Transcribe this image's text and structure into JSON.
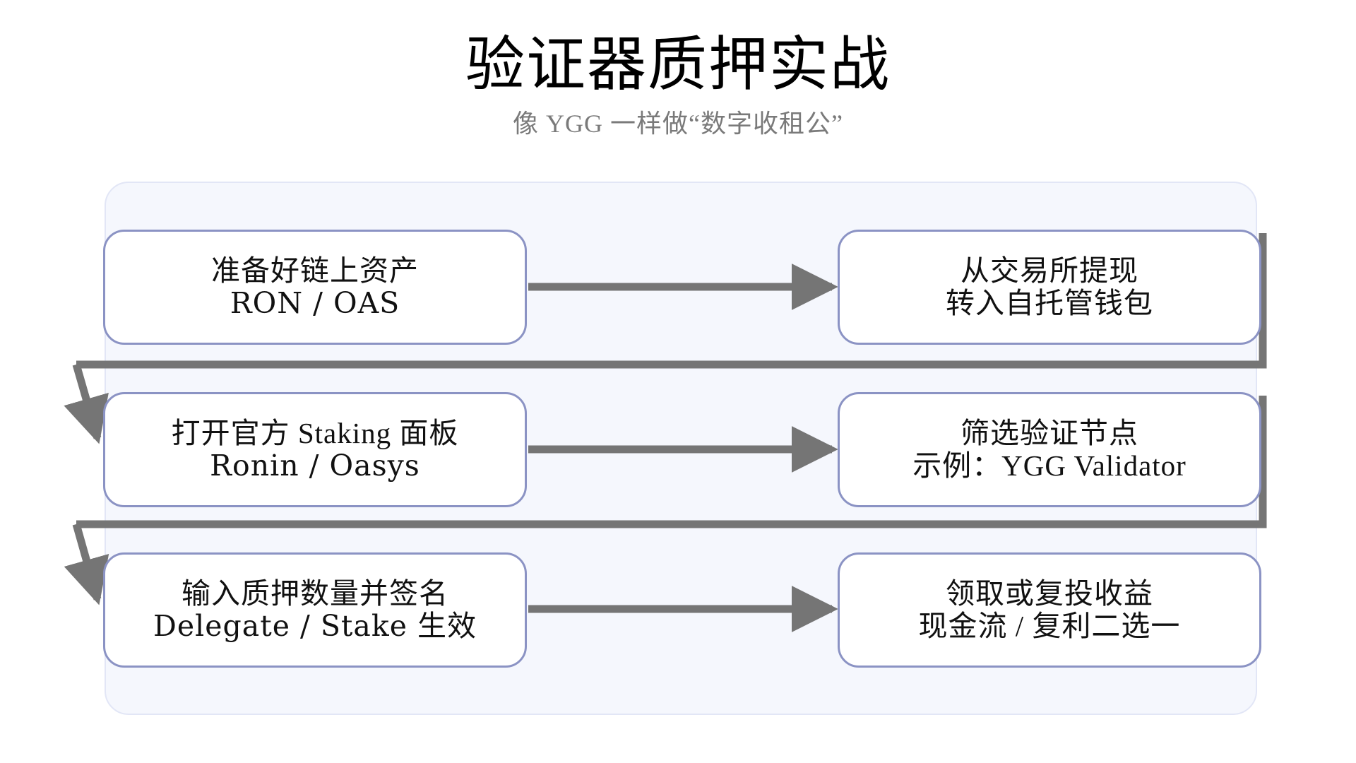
{
  "header": {
    "title": "验证器质押实战",
    "subtitle": "像 YGG 一样做“数字收租公”"
  },
  "colors": {
    "panel_background": "#f5f7fd",
    "panel_border": "#e2e6f6",
    "box_border": "#8b93c4",
    "box_background": "#ffffff",
    "connector": "#757575",
    "title_text": "#000000",
    "subtitle_text": "#7a7a7a",
    "box_text": "#111111"
  },
  "flow": {
    "steps": [
      {
        "id": "step-1",
        "line1": "准备好链上资产",
        "line2": "RON / OAS",
        "position": "row1-left"
      },
      {
        "id": "step-2",
        "line1": "从交易所提现",
        "line2": "转入自托管钱包",
        "position": "row1-right"
      },
      {
        "id": "step-3",
        "line1": "打开官方 Staking 面板",
        "line2": "Ronin / Oasys",
        "position": "row2-left"
      },
      {
        "id": "step-4",
        "line1": "筛选验证节点",
        "line2": "示例：YGG Validator",
        "position": "row2-right"
      },
      {
        "id": "step-5",
        "line1": "输入质押数量并签名",
        "line2": "Delegate / Stake 生效",
        "position": "row3-left"
      },
      {
        "id": "step-6",
        "line1": "领取或复投收益",
        "line2": "现金流 / 复利二选一",
        "position": "row3-right"
      }
    ],
    "connectors": [
      {
        "id": "arrow-1-to-2",
        "kind": "horizontal-right",
        "from": "step-1",
        "to": "step-2"
      },
      {
        "id": "wrap-2-to-3",
        "kind": "wrap-around",
        "from": "step-2",
        "to": "step-3"
      },
      {
        "id": "arrow-3-to-4",
        "kind": "horizontal-right",
        "from": "step-3",
        "to": "step-4"
      },
      {
        "id": "wrap-4-to-5",
        "kind": "wrap-around",
        "from": "step-4",
        "to": "step-5"
      },
      {
        "id": "arrow-5-to-6",
        "kind": "horizontal-right",
        "from": "step-5",
        "to": "step-6"
      }
    ]
  }
}
